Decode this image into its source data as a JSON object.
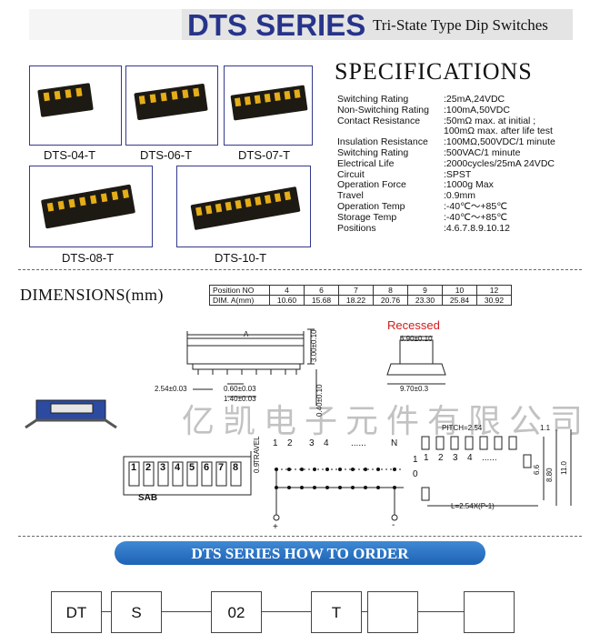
{
  "header": {
    "series": "DTS SERIES",
    "subtitle": "Tri-State Type Dip Switches"
  },
  "products": [
    {
      "model": "DTS-04-T",
      "positions": 4
    },
    {
      "model": "DTS-06-T",
      "positions": 6
    },
    {
      "model": "DTS-07-T",
      "positions": 7
    },
    {
      "model": "DTS-08-T",
      "positions": 8
    },
    {
      "model": "DTS-10-T",
      "positions": 10
    }
  ],
  "product_marking": "SAB",
  "specifications": {
    "title": "SPECIFICATIONS",
    "rows": [
      {
        "key": "Switching Rating",
        "value": ":25mA,24VDC"
      },
      {
        "key": "Non-Switching Rating",
        "value": ":100mA,50VDC"
      },
      {
        "key": "Contact Resistance",
        "value": ":50mΩ  max. at initial ;"
      },
      {
        "key": "",
        "value": " 100mΩ max. after life test"
      },
      {
        "key": "Insulation Resistance",
        "value": ":100MΩ,500VDC/1 minute"
      },
      {
        "key": "Switching Rating",
        "value": ":500VAC/1 minute"
      },
      {
        "key": "Electrical Life",
        "value": ":2000cycles/25mA 24VDC"
      },
      {
        "key": "Circuit",
        "value": ":SPST"
      },
      {
        "key": "Operation Force",
        "value": ":1000g Max"
      },
      {
        "key": "Travel",
        "value": ":0.9mm"
      },
      {
        "key": "Operation Temp",
        "value": ":-40℃～+85℃"
      },
      {
        "key": "Storage Temp",
        "value": ":-40℃～+85℃"
      },
      {
        "key": "Positions",
        "value": ":4.6.7.8.9.10.12"
      }
    ]
  },
  "dimensions": {
    "title": "DIMENSIONS(mm)",
    "table": {
      "row_headers": [
        "Position NO",
        "DIM. A(mm)"
      ],
      "positions": [
        "4",
        "6",
        "7",
        "8",
        "9",
        "10",
        "12"
      ],
      "dim_a": [
        "10.60",
        "15.68",
        "18.22",
        "20.76",
        "23.30",
        "25.84",
        "30.92"
      ]
    },
    "recessed_label": "Recessed",
    "labels": {
      "A": "A",
      "height": "3.00±0.10",
      "pitch_tol": "2.54±0.03",
      "lead_w": "0.60±0.03",
      "lead_w2": "1.40±0.03",
      "side_h": "0.40±0.10",
      "recessed_top": "6.90±0.10",
      "recessed_bottom": "9.70±0.3",
      "travel": "TRAVEL",
      "travel_val": "0.9",
      "pitch": "PITCH=2.54",
      "pad": "1.1",
      "d1": "6.6",
      "d2": "8.80",
      "d3": "11.0",
      "length": "L=2.54X(P-1)",
      "circuit_numbers": [
        "1",
        "2",
        "3",
        "4",
        "......",
        "N"
      ],
      "pad_numbers": [
        "1",
        "2",
        "3",
        "4",
        "......"
      ],
      "plus": "+",
      "minus": "-",
      "one": "1",
      "zero": "0",
      "sw_numbers": [
        "1",
        "2",
        "3",
        "4",
        "5",
        "6",
        "7",
        "8"
      ],
      "sab": "SAB"
    },
    "watermark": "亿凯电子元件有限公司"
  },
  "how_to_order": {
    "title": "DTS SERIES HOW TO ORDER",
    "boxes": [
      "DT",
      "S",
      "02",
      "T",
      "",
      ""
    ]
  },
  "colors": {
    "brand_blue": "#27348b",
    "order_bar": "#2a72c4",
    "recessed_red": "#d21b1b",
    "switch_gold": "#e5ad18"
  }
}
